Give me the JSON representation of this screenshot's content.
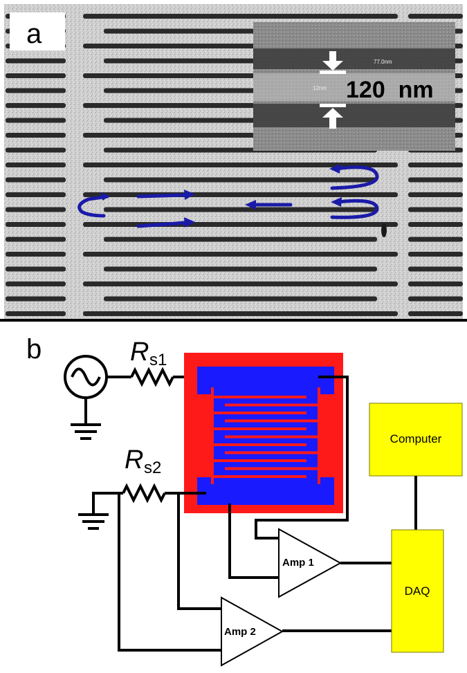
{
  "panel_a": {
    "label": "a",
    "inset": {
      "scale_label": "120  nm",
      "tiny_label_top": "77.0nm",
      "tiny_label_mid": "12nm"
    }
  },
  "panel_b": {
    "label": "b",
    "resistor1": {
      "symbol": "R",
      "subscript": "s1"
    },
    "resistor2": {
      "symbol": "R",
      "subscript": "s2"
    },
    "amp1_label": "Amp 1",
    "amp2_label": "Amp 2",
    "computer_label": "Computer",
    "daq_label": "DAQ"
  },
  "colors": {
    "sem_bg": "#c8c8c8",
    "sem_stripe": "#2a2a2a",
    "arrow_blue": "#1a1aa8",
    "device_red": "#ff1a1a",
    "device_blue": "#1a1aff",
    "box_yellow": "#ffff00"
  },
  "icons": [
    "ac-source-icon",
    "ground-icon",
    "resistor-icon",
    "amplifier-icon"
  ]
}
